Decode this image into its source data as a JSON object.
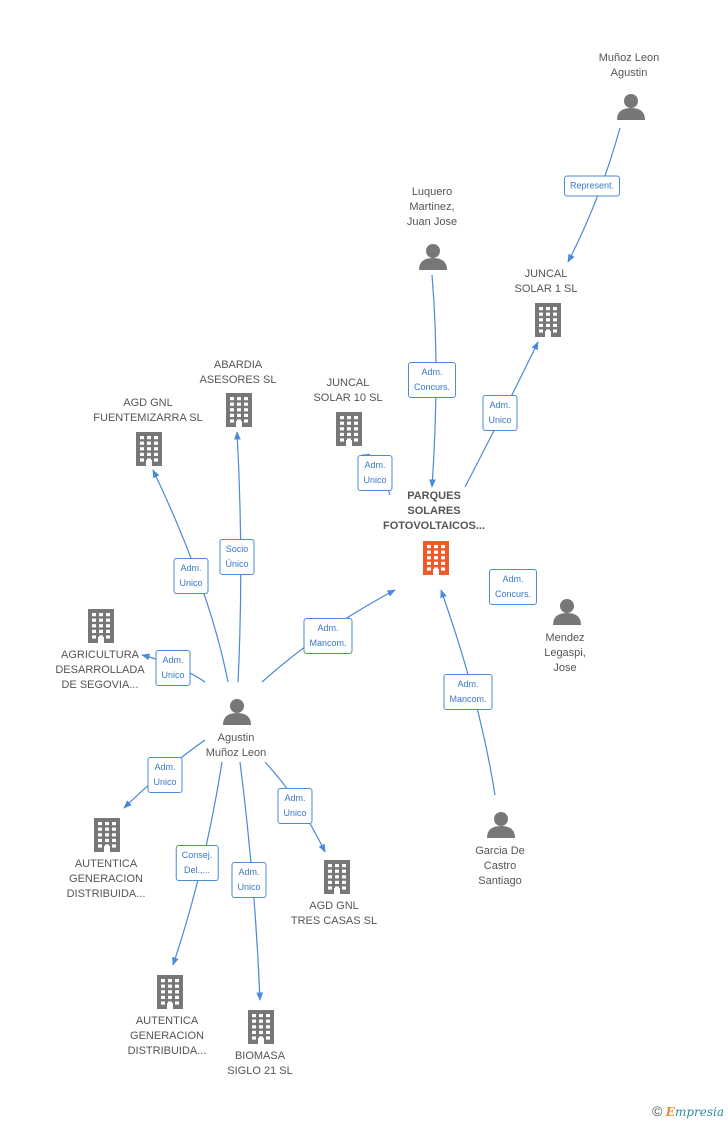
{
  "nodes": {
    "munoz_leon_agustin": {
      "label": "Muñoz Leon\nAgustin",
      "type": "person"
    },
    "luquero": {
      "label": "Luquero\nMartinez,\nJuan Jose",
      "type": "person"
    },
    "juncal_solar_1": {
      "label": "JUNCAL\nSOLAR 1 SL",
      "type": "company"
    },
    "juncal_solar_10": {
      "label": "JUNCAL\nSOLAR 10 SL",
      "type": "company"
    },
    "abardia": {
      "label": "ABARDIA\nASESORES SL",
      "type": "company"
    },
    "agd_fuentemizarra": {
      "label": "AGD GNL\nFUENTEMIZARRA SL",
      "type": "company"
    },
    "parques": {
      "label": "PARQUES\nSOLARES\nFOTOVOLTAICOS...",
      "type": "main"
    },
    "mendez": {
      "label": "Mendez\nLegaspi,\nJose",
      "type": "person"
    },
    "agricultura": {
      "label": "AGRICULTURA\nDESARROLLADA\nDE SEGOVIA...",
      "type": "company"
    },
    "agustin": {
      "label": "Agustin\nMuñoz Leon",
      "type": "person"
    },
    "garcia": {
      "label": "Garcia De\nCastro\nSantiago",
      "type": "person"
    },
    "autentica1": {
      "label": "AUTENTICA\nGENERACION\nDISTRIBUIDA...",
      "type": "company"
    },
    "agd_tres_casas": {
      "label": "AGD GNL\nTRES CASAS SL",
      "type": "company"
    },
    "autentica2": {
      "label": "AUTENTICA\nGENERACION\nDISTRIBUIDA...",
      "type": "company"
    },
    "biomasa": {
      "label": "BIOMASA\nSIGLO 21 SL",
      "type": "company"
    }
  },
  "edges": [
    {
      "id": "e1",
      "label": "Represent."
    },
    {
      "id": "e2",
      "label": "Adm.\nConcurs."
    },
    {
      "id": "e3",
      "label": "Adm.\nUnico"
    },
    {
      "id": "e4",
      "label": "Adm.\nUnico"
    },
    {
      "id": "e5",
      "label": "Adm.\nConcurs."
    },
    {
      "id": "e6",
      "label": "Socio\nÚnico"
    },
    {
      "id": "e7",
      "label": "Adm.\nUnico"
    },
    {
      "id": "e8",
      "label": "Adm.\nMancom."
    },
    {
      "id": "e9",
      "label": "Adm.\nMancom."
    },
    {
      "id": "e10",
      "label": "Adm.\nUnico"
    },
    {
      "id": "e11",
      "label": "Adm.\nUnico"
    },
    {
      "id": "e12",
      "label": "Adm.\nUnico"
    },
    {
      "id": "e13",
      "label": "Consej.\nDel.,..."
    },
    {
      "id": "e14",
      "label": "Adm.\nUnico"
    }
  ],
  "colors": {
    "edge": "#4a8ad6",
    "person": "#777777",
    "company": "#777777",
    "main": "#f05a28"
  },
  "footer": {
    "copyright": "©",
    "brand_initial": "E",
    "brand_rest": "mpresia"
  }
}
